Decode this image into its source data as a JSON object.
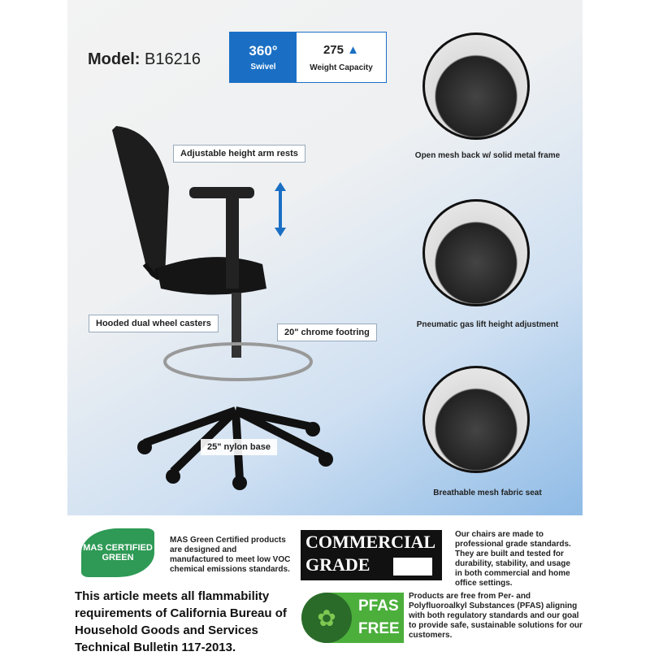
{
  "header": {
    "model_label": "Model:",
    "model_value": "B16216"
  },
  "badges": {
    "swivel_value": "360°",
    "swivel_label": "Swivel",
    "weight_value": "275",
    "weight_label": "Weight Capacity"
  },
  "callouts": {
    "arm_rests": "Adjustable height arm rests",
    "casters": "Hooded dual wheel casters",
    "footring": "20\" chrome footring",
    "base": "25\" nylon base"
  },
  "features": [
    {
      "caption": "Open mesh back w/ solid metal frame"
    },
    {
      "caption": "Pneumatic gas lift height adjustment"
    },
    {
      "caption": "Breathable mesh fabric seat"
    }
  ],
  "certifications": {
    "mas_logo": "MAS CERTIFIED GREEN",
    "mas_text": "MAS Green Certified products are designed and manufactured to meet low VOC chemical emissions standards.",
    "commercial_line1": "COMMERCIAL",
    "commercial_line2": "GRADE",
    "commercial_text": "Our chairs are made to professional grade standards. They are built and tested for durability, stability, and usage in both commercial and home office settings.",
    "flammability_text": "This article meets all flammability requirements of California Bureau of Household Goods and Services Technical Bulletin 117-2013.",
    "pfas_line1": "PFAS",
    "pfas_line2": "FREE",
    "pfas_text": "Products are free from Per- and Polyfluoroalkyl Substances (PFAS) aligning with both regulatory standards and our goal to provide safe, sustainable solutions for our customers."
  },
  "colors": {
    "accent": "#1a6fc4",
    "green": "#4caf3c"
  }
}
